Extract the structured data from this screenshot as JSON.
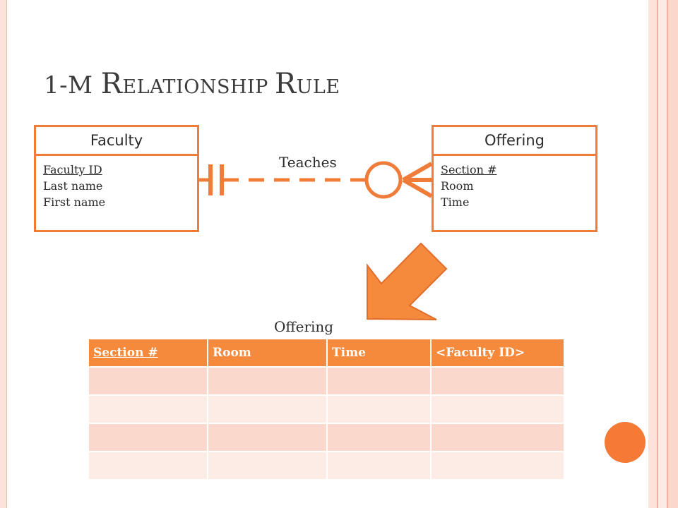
{
  "slide": {
    "title_parts": [
      {
        "text": "1-M ",
        "cap": false
      },
      {
        "text": "R",
        "cap": true
      },
      {
        "text": "ELATIONSHIP ",
        "cap": false
      },
      {
        "text": "R",
        "cap": true
      },
      {
        "text": "ULE",
        "cap": false
      }
    ]
  },
  "faculty_entity": {
    "name": "Faculty",
    "attributes": [
      "Faculty ID",
      "Last name",
      "First name"
    ]
  },
  "offering_entity": {
    "name": "Offering",
    "attributes": [
      "Section #",
      "Room",
      "Time"
    ]
  },
  "relationship": {
    "label": "Teaches"
  },
  "table": {
    "caption": "Offering",
    "headers": [
      "Section #",
      "Room",
      "Time",
      "<Faculty ID>"
    ],
    "rows": 4
  },
  "colors": {
    "accent": "#f07c3a",
    "header_fill": "#f68a3c",
    "row_light": "#fdece6",
    "row_dark": "#fbd8cc"
  }
}
